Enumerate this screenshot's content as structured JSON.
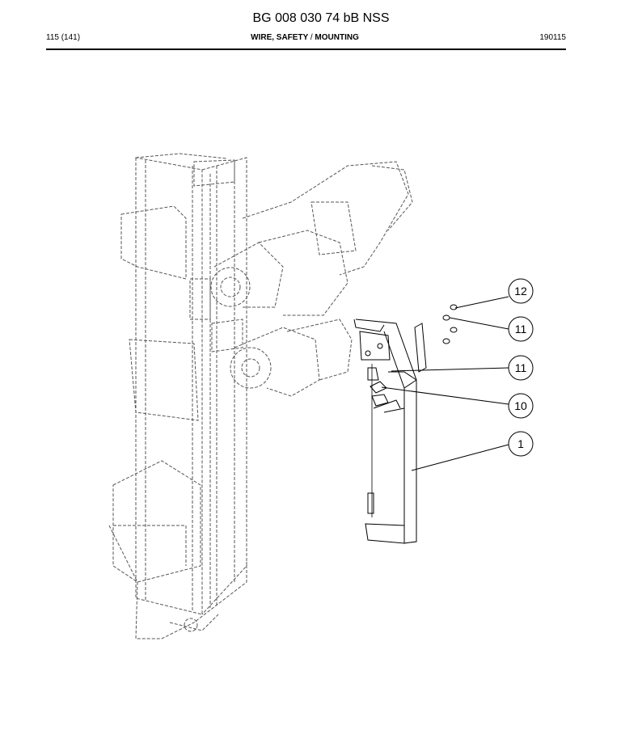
{
  "header": {
    "title": "BG 008 030 74 bB NSS",
    "page": "115 (141)",
    "section_prefix": "WIRE, SAFETY",
    "section_sep": "/",
    "section_suffix": "MOUNTING",
    "date": "190115"
  },
  "callouts": [
    "12",
    "11",
    "11",
    "10",
    "1"
  ]
}
